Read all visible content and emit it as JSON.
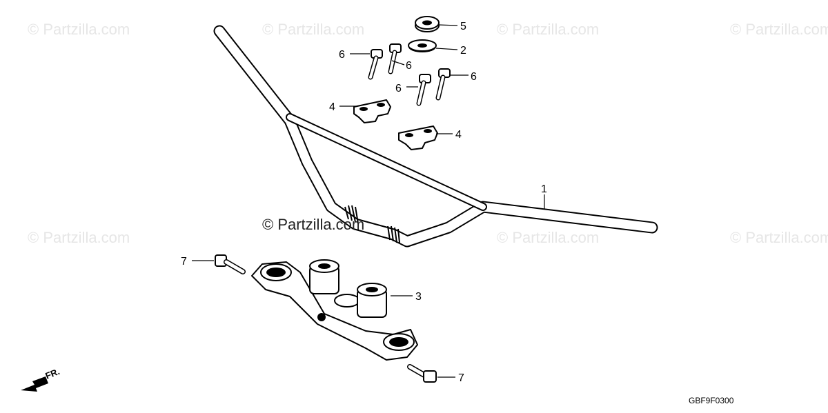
{
  "watermark": "© Partzilla.com",
  "callouts": {
    "c1": "1",
    "c2": "2",
    "c3": "3",
    "c4a": "4",
    "c4b": "4",
    "c5": "5",
    "c6a": "6",
    "c6b": "6",
    "c6c": "6",
    "c6d": "6",
    "c7a": "7",
    "c7b": "7"
  },
  "diagram_code": "GBF9F0300",
  "direction_label": "FR."
}
